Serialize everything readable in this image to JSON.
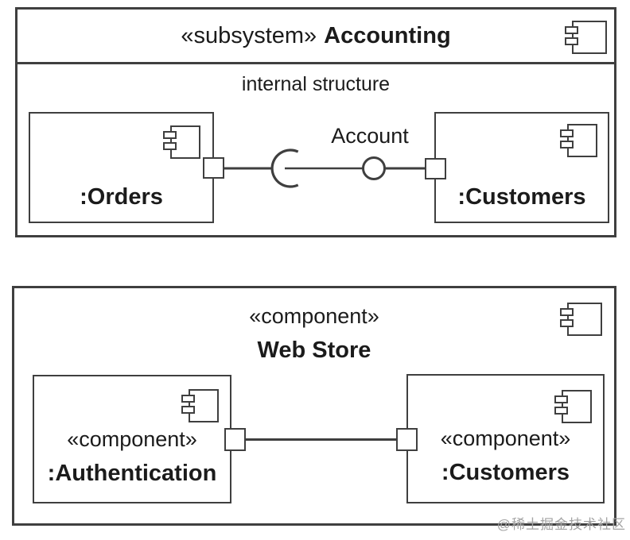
{
  "colors": {
    "background": "#ffffff",
    "stroke": "#3f3f3f",
    "text": "#1b1b1b",
    "watermark": "#a3a3a3"
  },
  "accounting_diagram": {
    "stereotype": "«subsystem»",
    "name": "Accounting",
    "compartment_label": "internal structure",
    "orders_part": {
      "label": ":Orders"
    },
    "customers_part": {
      "label": ":Customers"
    },
    "connector": {
      "interface_label": "Account",
      "kind": "ball-and-socket assembly connector between ports"
    }
  },
  "webstore_diagram": {
    "stereotype": "«component»",
    "name": "Web Store",
    "authentication_part": {
      "stereotype": "«component»",
      "label": ":Authentication"
    },
    "customers_part": {
      "stereotype": "«component»",
      "label": ":Customers"
    },
    "connector": {
      "kind": "port-to-port line"
    }
  },
  "watermark": {
    "text": "@稀土掘金技术社区"
  }
}
